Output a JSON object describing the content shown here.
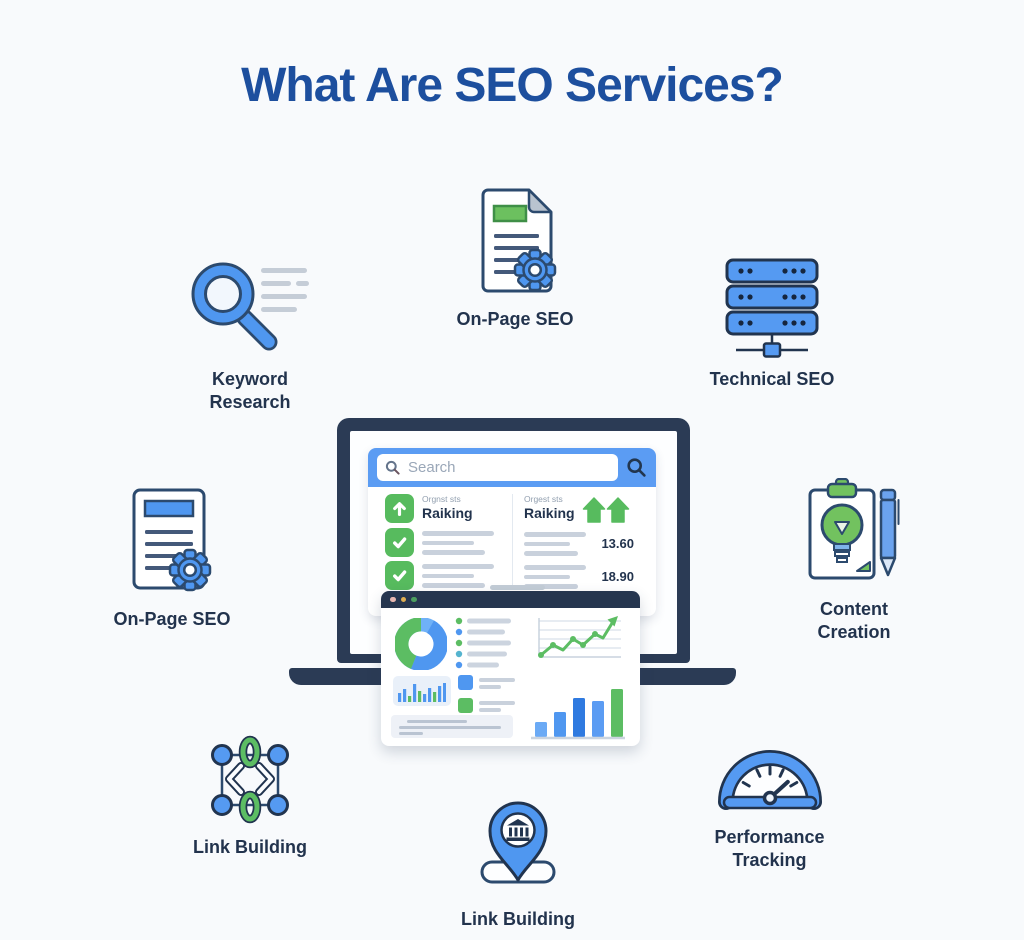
{
  "title": "What Are SEO Services?",
  "services": [
    {
      "id": "keyword-research",
      "label": "Keyword Research"
    },
    {
      "id": "on-page-seo-top",
      "label": "On-Page SEO"
    },
    {
      "id": "technical-seo",
      "label": "Technical SEO"
    },
    {
      "id": "on-page-seo-left",
      "label": "On-Page SEO"
    },
    {
      "id": "content-creation",
      "label": "Content Creation"
    },
    {
      "id": "link-building-network",
      "label": "Link Building"
    },
    {
      "id": "link-building-pin",
      "label": "Link Building"
    },
    {
      "id": "performance-tracking",
      "label": "Performance Tracking"
    }
  ],
  "browser": {
    "search_placeholder": "Search",
    "columns": [
      {
        "subtitle": "Orgnst sts",
        "title": "Raiking"
      },
      {
        "subtitle": "Orgest sts",
        "title": "Raiking",
        "values": [
          "13.60",
          "18.90"
        ]
      }
    ]
  },
  "colors": {
    "title_blue": "#1d4f9e",
    "accent_blue": "#4f97f0",
    "accent_green": "#5cbd63",
    "navy": "#2b3b55"
  }
}
